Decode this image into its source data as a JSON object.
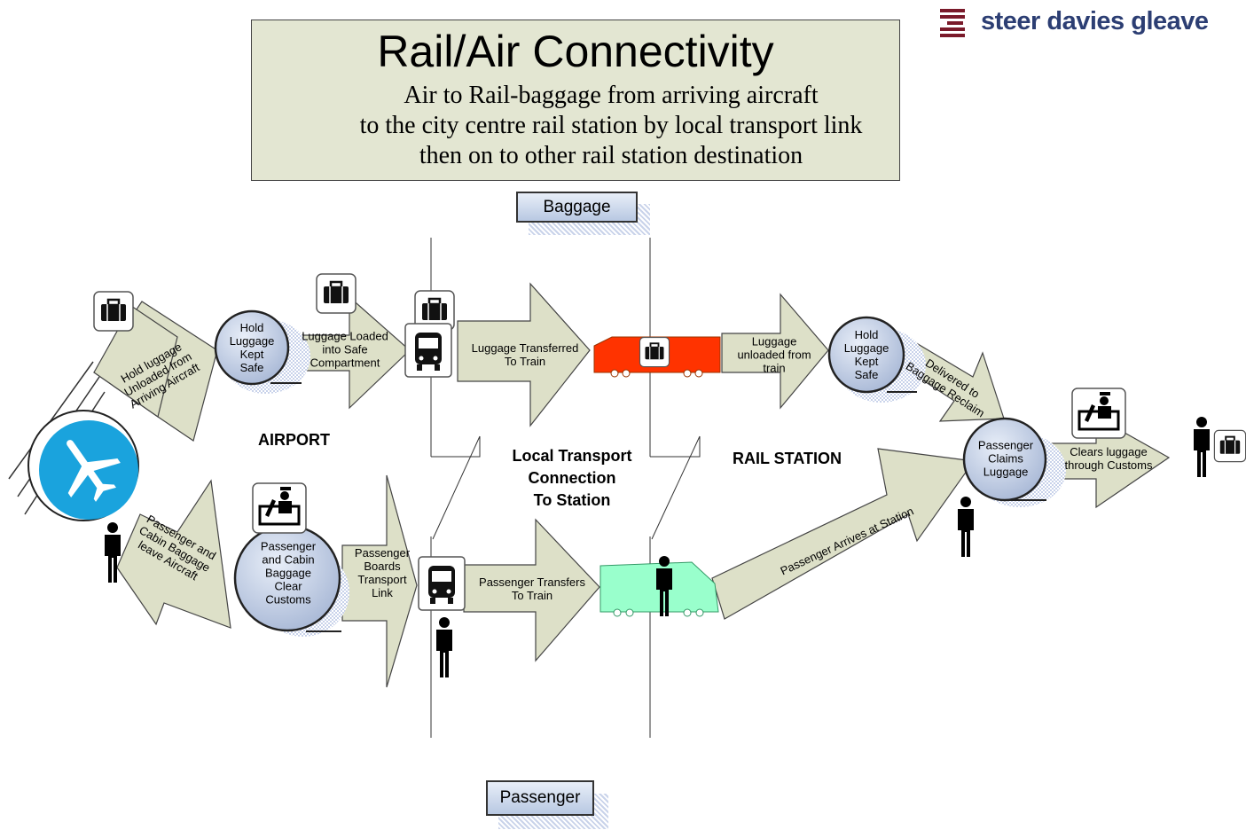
{
  "title": {
    "main": "Rail/Air Connectivity",
    "sub_lines": [
      "Air to Rail-baggage from arriving aircraft",
      "to the city centre rail station by local transport link",
      "then on to other rail station destination"
    ]
  },
  "logo": {
    "text": "steer davies gleave",
    "color": "#7a1a2a"
  },
  "lanes": {
    "top": "Baggage",
    "bottom": "Passenger"
  },
  "zones": {
    "airport": "AIRPORT",
    "rail_station": "RAIL STATION",
    "connection": [
      "Local Transport",
      "Connection",
      "To Station"
    ]
  },
  "baggage_flow": {
    "hold_unloaded": [
      "Hold luggage",
      "Unloaded from",
      "Arriving Aircraft"
    ],
    "hold_kept_safe_1": [
      "Hold",
      "Luggage",
      "Kept",
      "Safe"
    ],
    "loaded_safe": [
      "Luggage Loaded",
      "into Safe",
      "Compartment"
    ],
    "transferred_train": [
      "Luggage Transferred",
      "To Train"
    ],
    "unloaded_train": [
      "Luggage",
      "unloaded from",
      "train"
    ],
    "hold_kept_safe_2": [
      "Hold",
      "Luggage",
      "Kept",
      "Safe"
    ],
    "delivered_reclaim": [
      "Delivered to",
      "Baggage Reclaim"
    ],
    "claims_luggage": [
      "Passenger",
      "Claims",
      "Luggage"
    ],
    "clears_customs": [
      "Clears luggage",
      "through Customs"
    ]
  },
  "passenger_flow": {
    "leave_aircraft": [
      "Passenger and",
      "Cabin Baggage",
      "leave Aircraft"
    ],
    "clear_customs": [
      "Passenger",
      "and Cabin",
      "Baggage",
      "Clear",
      "Customs"
    ],
    "boards_link": [
      "Passenger",
      "Boards",
      "Transport",
      "Link"
    ],
    "transfers_train": [
      "Passenger Transfers",
      "To Train"
    ],
    "arrives_station": "Passenger Arrives at Station"
  },
  "colors": {
    "arrow_fill": "#dde0c8",
    "circle_fill": "#c0cce0",
    "airplane_blue": "#1aa3dd",
    "baggage_train": "#ff3300",
    "passenger_train": "#99ffcc"
  },
  "icons": [
    "airplane-icon",
    "suitcase-icon",
    "bus-icon",
    "customs-officer-icon",
    "person-icon",
    "train-icon"
  ]
}
